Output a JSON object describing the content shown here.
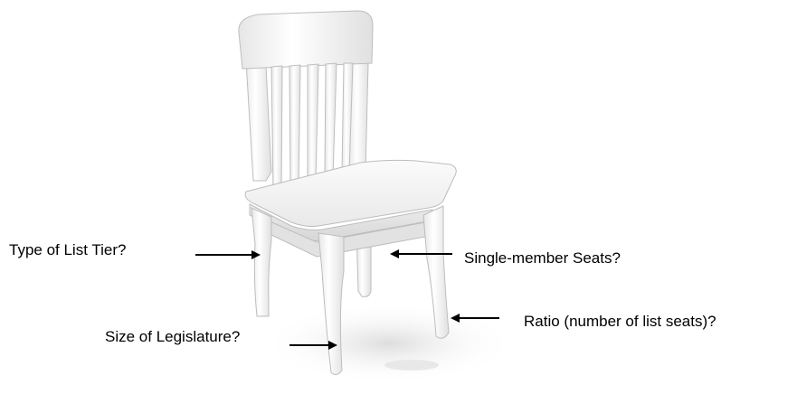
{
  "labels": {
    "type_of_list_tier": "Type of List  Tier?",
    "single_member_seats": "Single-member Seats?",
    "ratio": "Ratio (number of list seats)?",
    "size_of_legislature": "Size of Legislature?"
  },
  "colors": {
    "chair_white": "#f7f7f7",
    "chair_shadow": "#d8d8d8",
    "chair_edge": "#bdbdbd",
    "arrow": "#000000",
    "text": "#000000"
  },
  "icons": {
    "chair": "chair-illustration",
    "arrows": "arrow-icon"
  }
}
